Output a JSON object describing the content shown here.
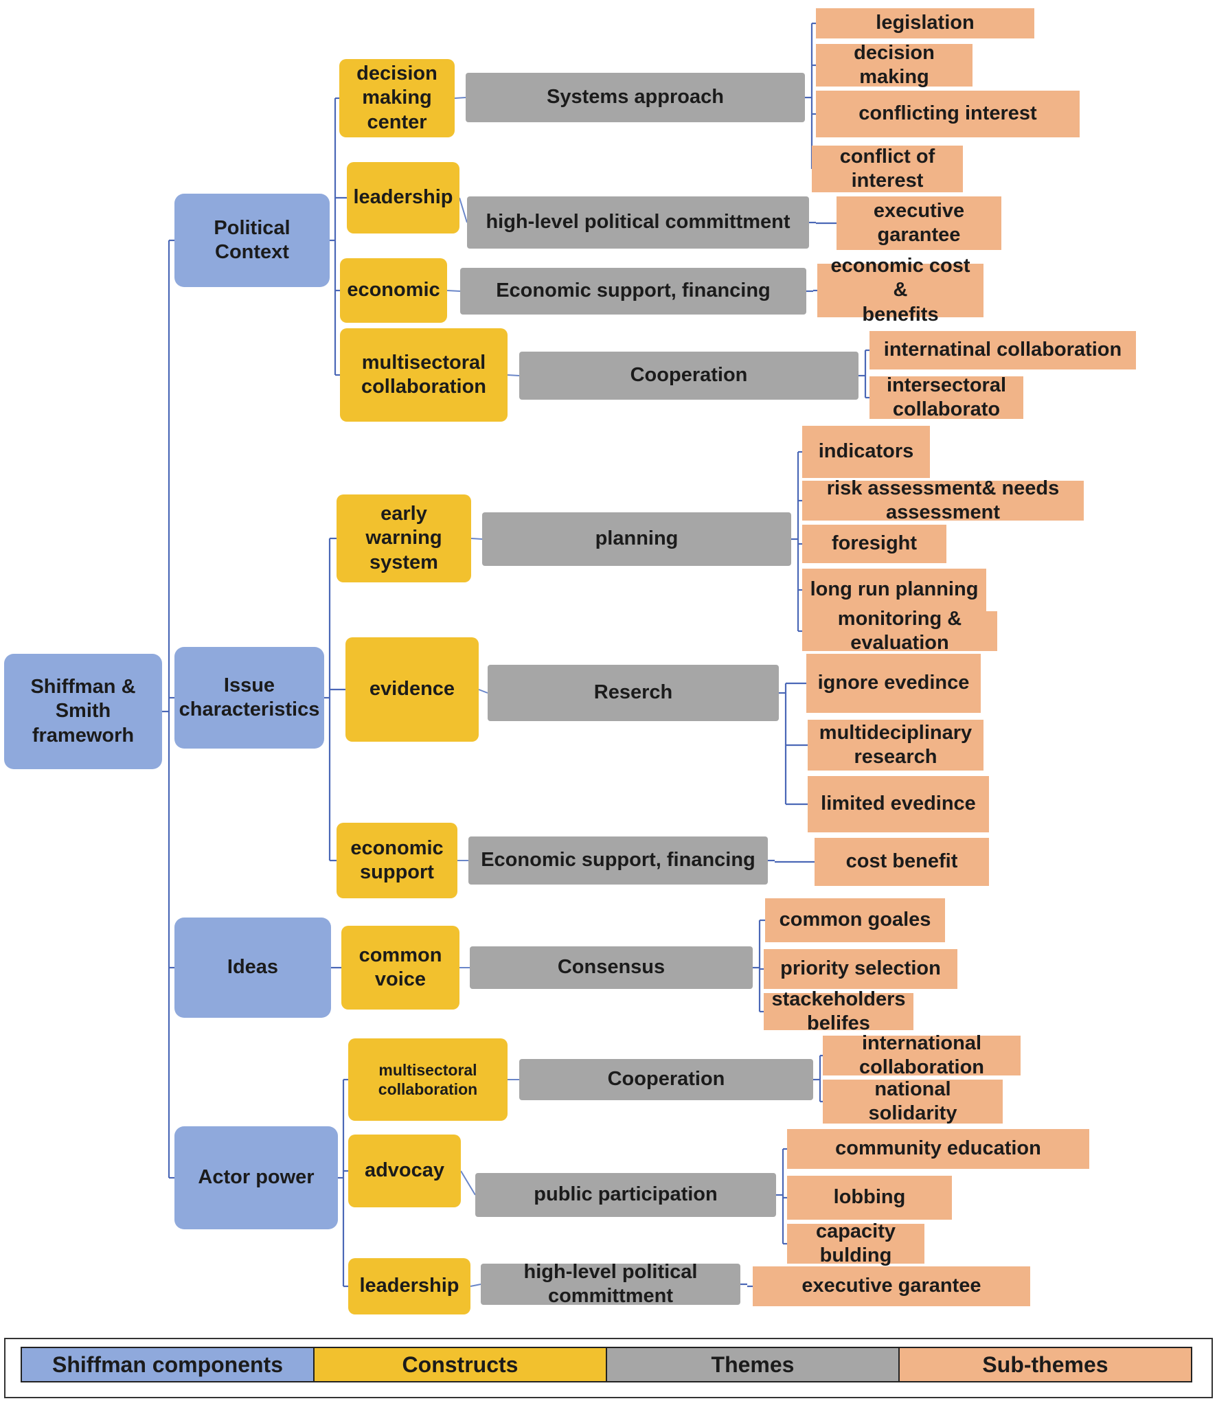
{
  "root": {
    "label": "Shiffman  &\nSmith\nframeworh"
  },
  "components": [
    {
      "label": "Political Context",
      "constructs": [
        {
          "label": "decision\nmaking\ncenter",
          "theme": "Systems approach",
          "subthemes": [
            "legislation",
            "decision making",
            "conflicting interest",
            "conflict of\ninterest"
          ]
        },
        {
          "label": "leadership",
          "theme": "high-level political committment",
          "subthemes": [
            "executive\ngarantee"
          ]
        },
        {
          "label": "economic",
          "theme": "Economic support, financing",
          "subthemes": [
            "economic cost &\nbenefits"
          ]
        },
        {
          "label": "multisectoral\ncollaboration",
          "theme": "Cooperation",
          "subthemes": [
            "internatinal collaboration",
            "intersectoral\ncollaborato"
          ]
        }
      ]
    },
    {
      "label": "Issue\ncharacteristics",
      "constructs": [
        {
          "label": "early warning\nsystem",
          "theme": "planning",
          "subthemes": [
            "indicators",
            "risk assessment& needs\nassessment",
            "foresight",
            "long run planning",
            "monitoring &\nevaluation"
          ]
        },
        {
          "label": "evidence",
          "theme": "Reserch",
          "subthemes": [
            "ignore evedince",
            "multideciplinary\nresearch",
            "limited evedince"
          ]
        },
        {
          "label": "economic\nsupport",
          "theme": "Economic support, financing",
          "subthemes": [
            "cost benefit"
          ]
        }
      ]
    },
    {
      "label": "Ideas",
      "constructs": [
        {
          "label": "common\nvoice",
          "theme": "Consensus",
          "subthemes": [
            "common goales",
            "priority selection",
            "stackeholders\nbelifes"
          ]
        }
      ]
    },
    {
      "label": "Actor power",
      "constructs": [
        {
          "label": "multisectoral\ncollaboration",
          "theme": "Cooperation",
          "subthemes": [
            "international\ncollaboration",
            "national solidarity"
          ]
        },
        {
          "label": "advocay",
          "theme": "public participation",
          "subthemes": [
            "community education",
            "lobbing",
            "capacity\nbulding"
          ]
        },
        {
          "label": "leadership",
          "theme": "high-level political\ncommittment",
          "subthemes": [
            "executive  garantee"
          ]
        }
      ]
    }
  ],
  "legend": [
    "Shiffman components",
    "Constructs",
    "Themes",
    "Sub-themes"
  ],
  "colors": {
    "components": "#8fa9dc",
    "constructs": "#f2c12e",
    "themes": "#a6a6a6",
    "subthemes": "#f1b488",
    "connectors": "#4a67b6"
  }
}
